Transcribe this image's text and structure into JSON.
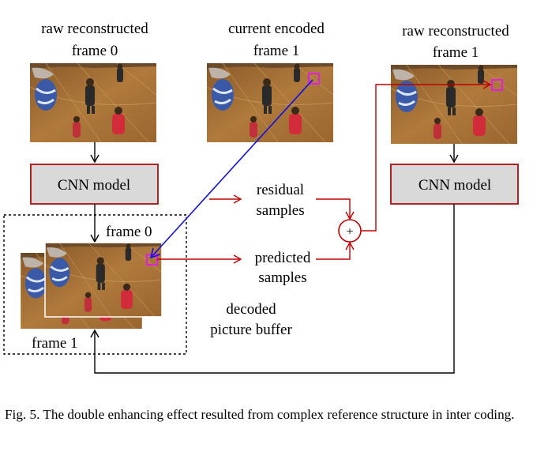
{
  "labels": {
    "raw0_line1": "raw reconstructed",
    "raw0_line2": "frame 0",
    "cur1_line1": "current  encoded",
    "cur1_line2": "frame 1",
    "raw1_line1": "raw reconstructed",
    "raw1_line2": "frame 1",
    "cnn_left": "CNN model",
    "cnn_right": "CNN model",
    "residual_line1": "residual",
    "residual_line2": "samples",
    "predicted_line1": "predicted",
    "predicted_line2": "samples",
    "dpb_line1": "decoded",
    "dpb_line2": "picture buffer",
    "buffer_frame0": "frame 0",
    "buffer_frame1": "frame 1",
    "adder_symbol": "+"
  },
  "caption": {
    "text": "Fig. 5.  The double enhancing effect resulted from complex reference structure in inter coding."
  },
  "colors": {
    "box_fill": "#d9d9d9",
    "box_border": "#b22222",
    "red_arrow": "#c00000",
    "blue_arrow": "#1010e0",
    "marker": "#e020e0"
  }
}
